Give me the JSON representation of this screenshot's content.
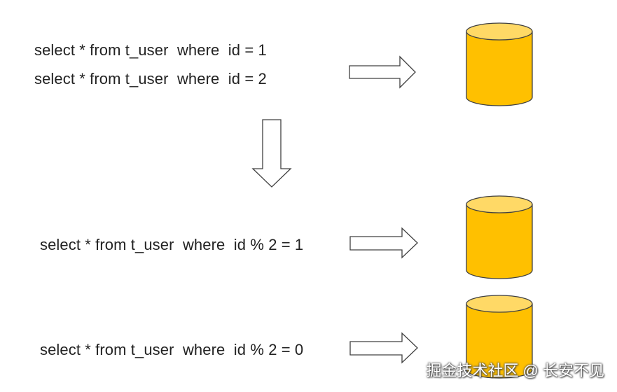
{
  "queries": {
    "original_1": "select * from t_user  where  id = 1",
    "original_2": "select * from t_user  where  id = 2",
    "sharded_odd": "select * from t_user  where  id % 2 = 1",
    "sharded_even": "select * from t_user  where  id % 2 = 0"
  },
  "colors": {
    "database_fill": "#FFC000",
    "database_top": "#FFD966",
    "database_stroke": "#404040",
    "arrow_stroke": "#404040",
    "arrow_fill": "#ffffff"
  },
  "icons": {
    "arrow_right": "arrow-right-icon",
    "arrow_down": "arrow-down-icon",
    "database": "database-icon"
  },
  "watermark": "掘金技术社区 @ 长安不见"
}
